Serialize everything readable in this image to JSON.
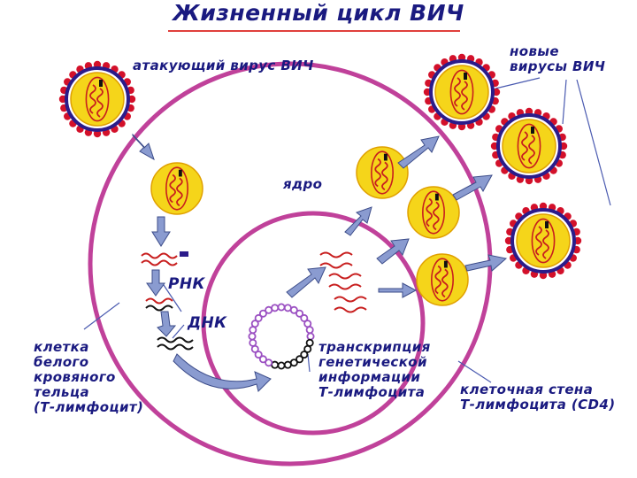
{
  "title": "Жизненный цикл ВИЧ",
  "labels": {
    "attacking_virus": "атакующий вирус ВИЧ",
    "new_viruses": "новые\nвирусы ВИЧ",
    "nucleus": "ядро",
    "rna": "РНК",
    "dna": "ДНК",
    "white_blood_cell": "клетка\nбелого\nкровяного\nтельца\n(Т-лимфоцит)",
    "transcription": "транскрипция\nгенетической\nинформации\nТ-лимфоцита",
    "cell_wall": "клеточная стена\nТ-лимфоцита (CD4)"
  },
  "colors": {
    "title": "#1a1a80",
    "title_rule": "#e0403c",
    "label": "#1a1a80",
    "cell_membrane": "#c0419a",
    "virus_core": "#f5d51a",
    "virus_outer": "#2b1b8a",
    "virus_spikes": "#d3102a",
    "genome": "#c81e1e",
    "arrow": "#8a9bd0",
    "arrow_stroke": "#3d4d8a",
    "dna_ring": "#9b50c2",
    "pointer_line": "#4a5ab0"
  }
}
